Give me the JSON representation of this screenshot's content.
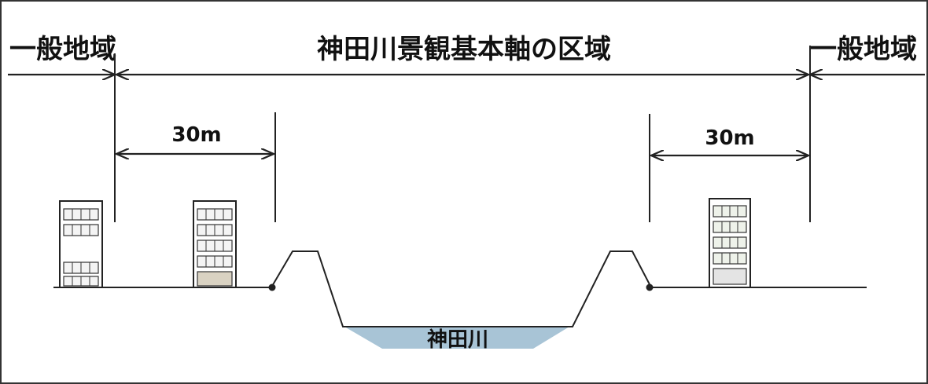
{
  "labels": {
    "general_area_left": "一般地域",
    "general_area_right": "一般地域",
    "zone_title": "神田川景観基本軸の区域",
    "distance_left": "30m",
    "distance_right": "30m",
    "river_name": "神田川"
  },
  "colors": {
    "river": "#a8c4d6",
    "building_window": "#f4f4f4",
    "line": "#222222"
  }
}
